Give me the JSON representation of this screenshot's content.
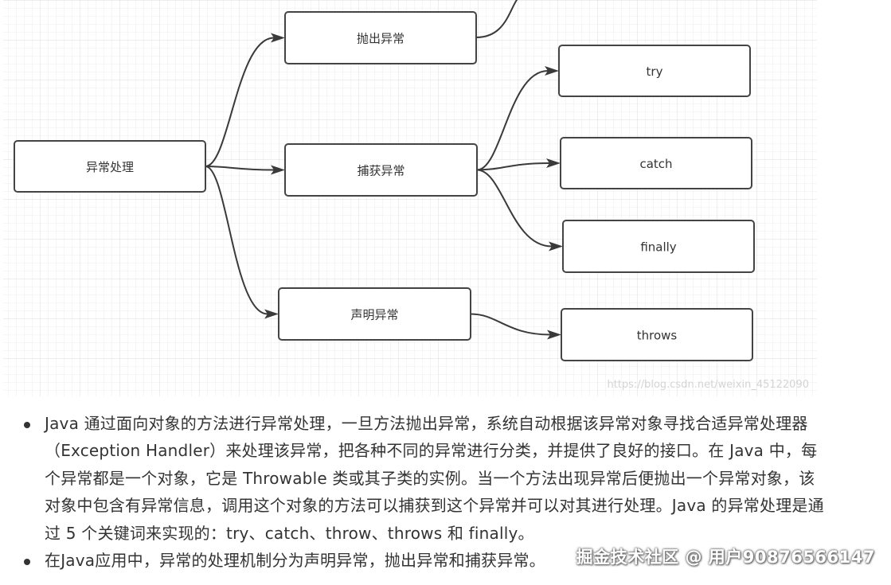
{
  "diagram": {
    "nodes": {
      "root": "异常处理",
      "throw": "抛出异常",
      "catch_group": "捕获异常",
      "declare": "声明异常",
      "try": "try",
      "catch": "catch",
      "finally": "finally",
      "throws": "throws"
    },
    "edges": [
      [
        "root",
        "throw"
      ],
      [
        "root",
        "catch_group"
      ],
      [
        "root",
        "declare"
      ],
      [
        "catch_group",
        "try"
      ],
      [
        "catch_group",
        "catch"
      ],
      [
        "catch_group",
        "finally"
      ],
      [
        "declare",
        "throws"
      ]
    ],
    "watermark_url": "https://blog.csdn.net/weixin_45122090"
  },
  "content": {
    "bullet_1": "Java 通过面向对象的方法进行异常处理，一旦方法抛出异常，系统自动根据该异常对象寻找合适异常处理器（Exception Handler）来处理该异常，把各种不同的异常进行分类，并提供了良好的接口。在 Java 中，每个异常都是一个对象，它是 Throwable 类或其子类的实例。当一个方法出现异常后便抛出一个异常对象，该对象中包含有异常信息，调用这个对象的方法可以捕获到这个异常并可以对其进行处理。Java 的异常处理是通过 5 个关键词来实现的：try、catch、throw、throws 和 finally。",
    "bullet_2_partial": "在Java应用中，异常的处理机制分为声明异常，抛出异常和捕获异常。"
  },
  "site_watermark": "掘金技术社区 @ 用户90876566147"
}
